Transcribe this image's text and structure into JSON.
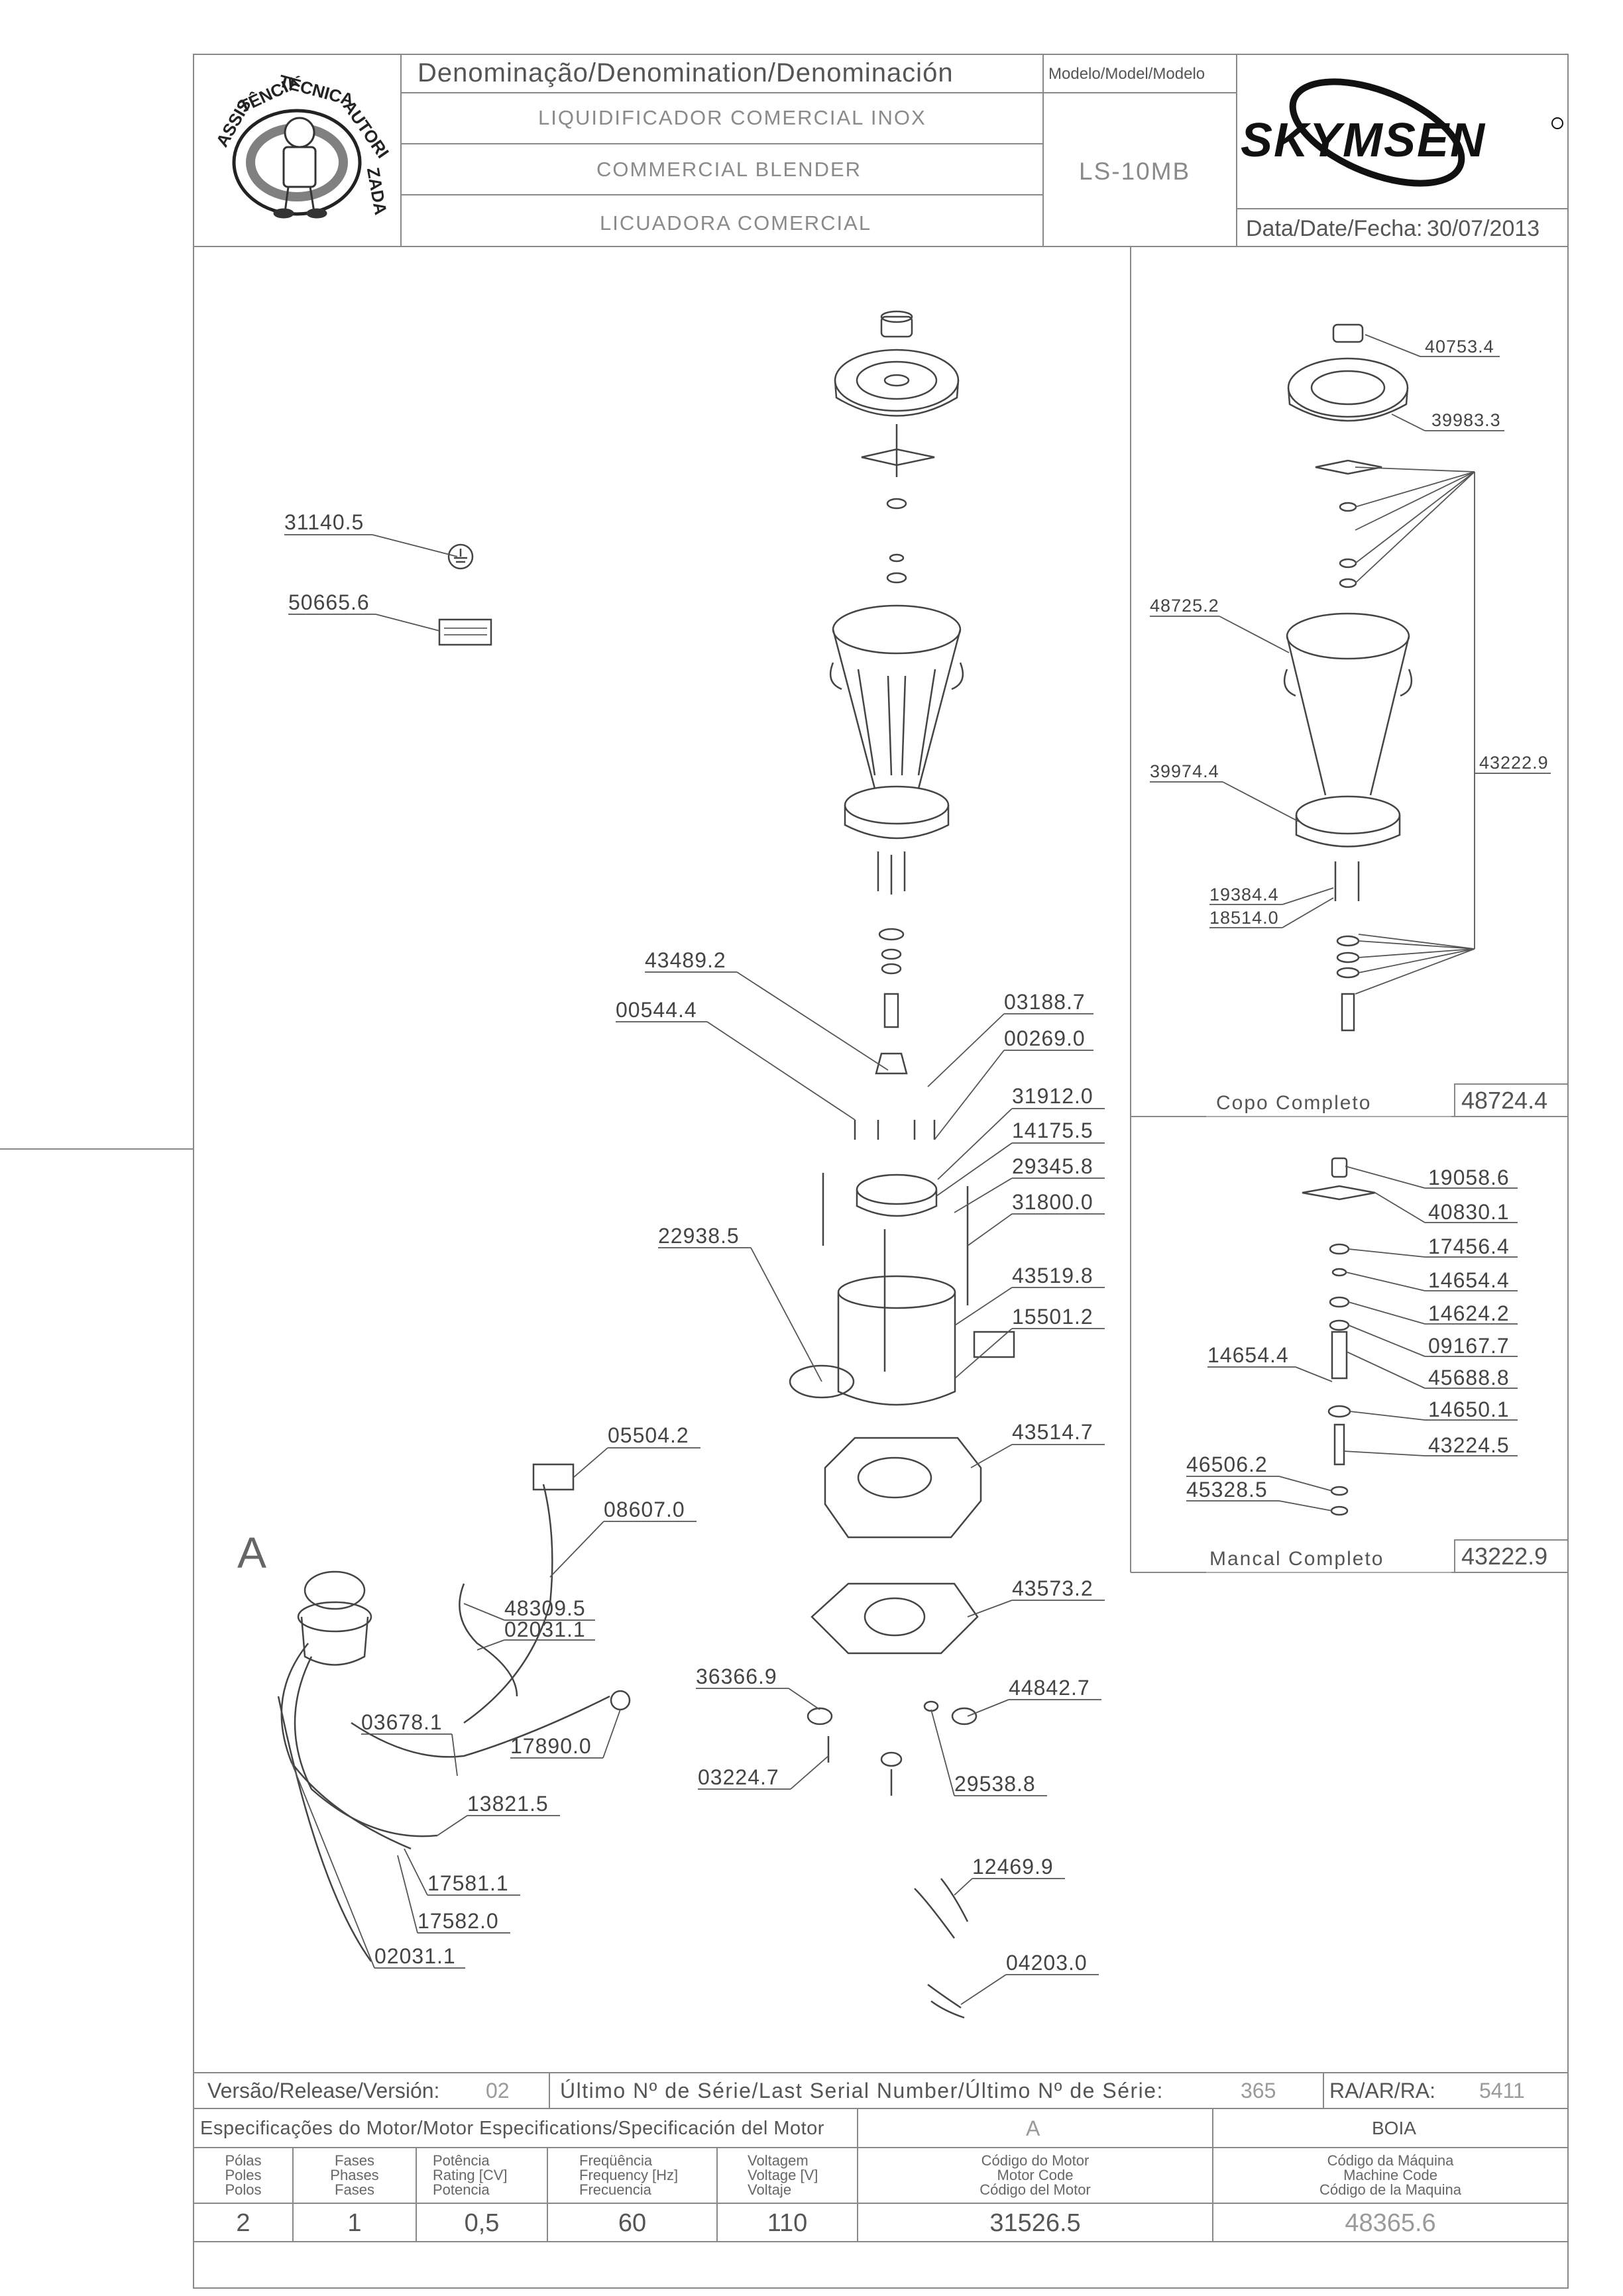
{
  "header": {
    "denomination_label": "Denominação/Denomination/Denominación",
    "name_pt": "LIQUIDIFICADOR COMERCIAL INOX",
    "name_en": "COMMERCIAL BLENDER",
    "name_es": "LICUADORA COMERCIAL",
    "model_label": "Modelo/Model/Modelo",
    "model_value": "LS-10MB",
    "brand": "SKYMSEN",
    "date_label": "Data/Date/Fecha:",
    "date_value": "30/07/2013",
    "seal_text": "ASSISTÊNCIA TÉCNICA AUTORIZADA"
  },
  "main_parts": {
    "p31140": "31140.5",
    "p50665": "50665.6",
    "p43489": "43489.2",
    "p00544": "00544.4",
    "p03188": "03188.7",
    "p00269": "00269.0",
    "p31912": "31912.0",
    "p14175": "14175.5",
    "p29345": "29345.8",
    "p31800": "31800.0",
    "p22938": "22938.5",
    "p43519": "43519.8",
    "p15501": "15501.2",
    "p43514": "43514.7",
    "p05504": "05504.2",
    "p08607": "08607.0",
    "detail_a": "A",
    "p48309": "48309.5",
    "p02031a": "02031.1",
    "p03678": "03678.1",
    "p17890": "17890.0",
    "p13821": "13821.5",
    "p17581": "17581.1",
    "p17582": "17582.0",
    "p02031b": "02031.1",
    "p43573": "43573.2",
    "p36366": "36366.9",
    "p44842": "44842.7",
    "p03224": "03224.7",
    "p29538": "29538.8",
    "p12469": "12469.9",
    "p04203": "04203.0"
  },
  "copo_box": {
    "p40753": "40753.4",
    "p39983": "39983.3",
    "p48725": "48725.2",
    "p43222": "43222.9",
    "p39974": "39974.4",
    "p19384": "19384.4",
    "p18514": "18514.0",
    "title": "Copo Completo",
    "code": "48724.4"
  },
  "mancal_box": {
    "p19058": "19058.6",
    "p40830": "40830.1",
    "p17456": "17456.4",
    "p14654a": "14654.4",
    "p14624": "14624.2",
    "p09167": "09167.7",
    "p14654b": "14654.4",
    "p45688": "45688.8",
    "p14650": "14650.1",
    "p43224": "43224.5",
    "p46506": "46506.2",
    "p45328": "45328.5",
    "title": "Mancal Completo",
    "code": "43222.9"
  },
  "footer": {
    "release_label": "Versão/Release/Versión:",
    "release_value": "02",
    "serial_label": "Último Nº de Série/Last Serial Number/Último Nº de Série:",
    "serial_value": "365",
    "ra_label": "RA/AR/RA:",
    "ra_value": "5411",
    "motor_spec_label": "Especificações do Motor/Motor Especifications/Specificación del Motor",
    "col_a": "A",
    "col_boia": "BOIA",
    "h_poles": [
      "Pólas",
      "Poles",
      "Polos"
    ],
    "h_phases": [
      "Fases",
      "Phases",
      "Fases"
    ],
    "h_power": [
      "Potência",
      "Rating [CV]",
      "Potencia"
    ],
    "h_freq": [
      "Freqüência",
      "Frequency [Hz]",
      "Frecuencia"
    ],
    "h_volt": [
      "Voltagem",
      "Voltage [V]",
      "Voltaje"
    ],
    "h_motor_code": [
      "Código do Motor",
      "Motor Code",
      "Código del Motor"
    ],
    "h_machine_code": [
      "Código da Máquina",
      "Machine Code",
      "Código de la Maquina"
    ],
    "v_poles": "2",
    "v_phases": "1",
    "v_power": "0,5",
    "v_freq": "60",
    "v_volt": "110",
    "v_motor_code": "31526.5",
    "v_machine_code": "48365.6"
  }
}
